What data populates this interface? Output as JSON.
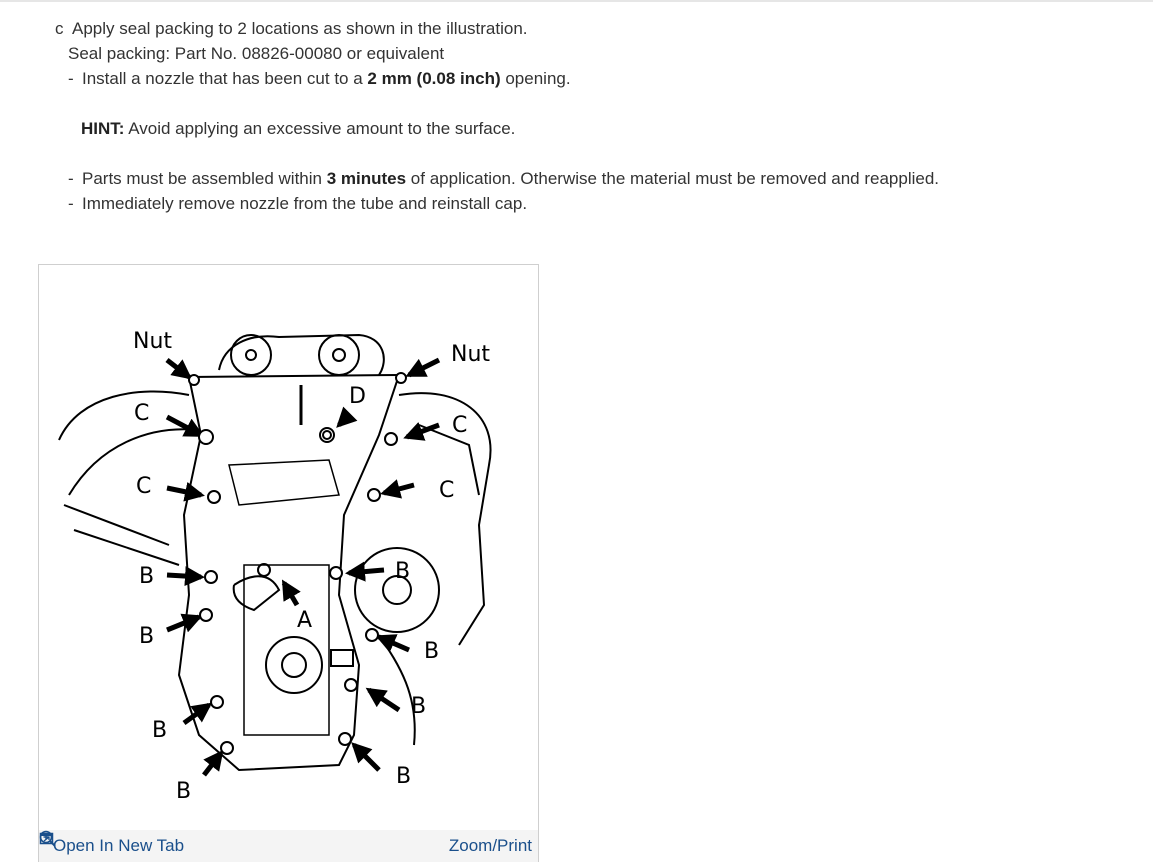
{
  "step": {
    "letter": "c",
    "text": "Apply seal packing to 2 locations as shown in the illustration.",
    "seal_line": "Seal packing: Part No. 08826-00080 or equivalent",
    "nozzle": {
      "dash": "-",
      "before": "Install a nozzle that has been cut to a ",
      "bold": "2 mm (0.08 inch)",
      "after": " opening."
    },
    "hint": {
      "label": "HINT:",
      "text": " Avoid applying an excessive amount to the surface."
    },
    "assemble": {
      "dash": "-",
      "before": "Parts must be assembled within ",
      "bold": "3 minutes",
      "after": " of application. Otherwise the material must be removed and reapplied."
    },
    "remove": {
      "dash": "-",
      "text": "Immediately remove nozzle from the tube and reinstall cap."
    }
  },
  "figure": {
    "labels": {
      "nut_left": "Nut",
      "nut_right": "Nut",
      "c1": "C",
      "c2": "C",
      "c3": "C",
      "c4": "C",
      "d": "D",
      "a": "A",
      "b": "B"
    },
    "open_new_tab": "Open In New Tab",
    "zoom_print": "Zoom/Print",
    "link_color": "#1a4f8b"
  }
}
